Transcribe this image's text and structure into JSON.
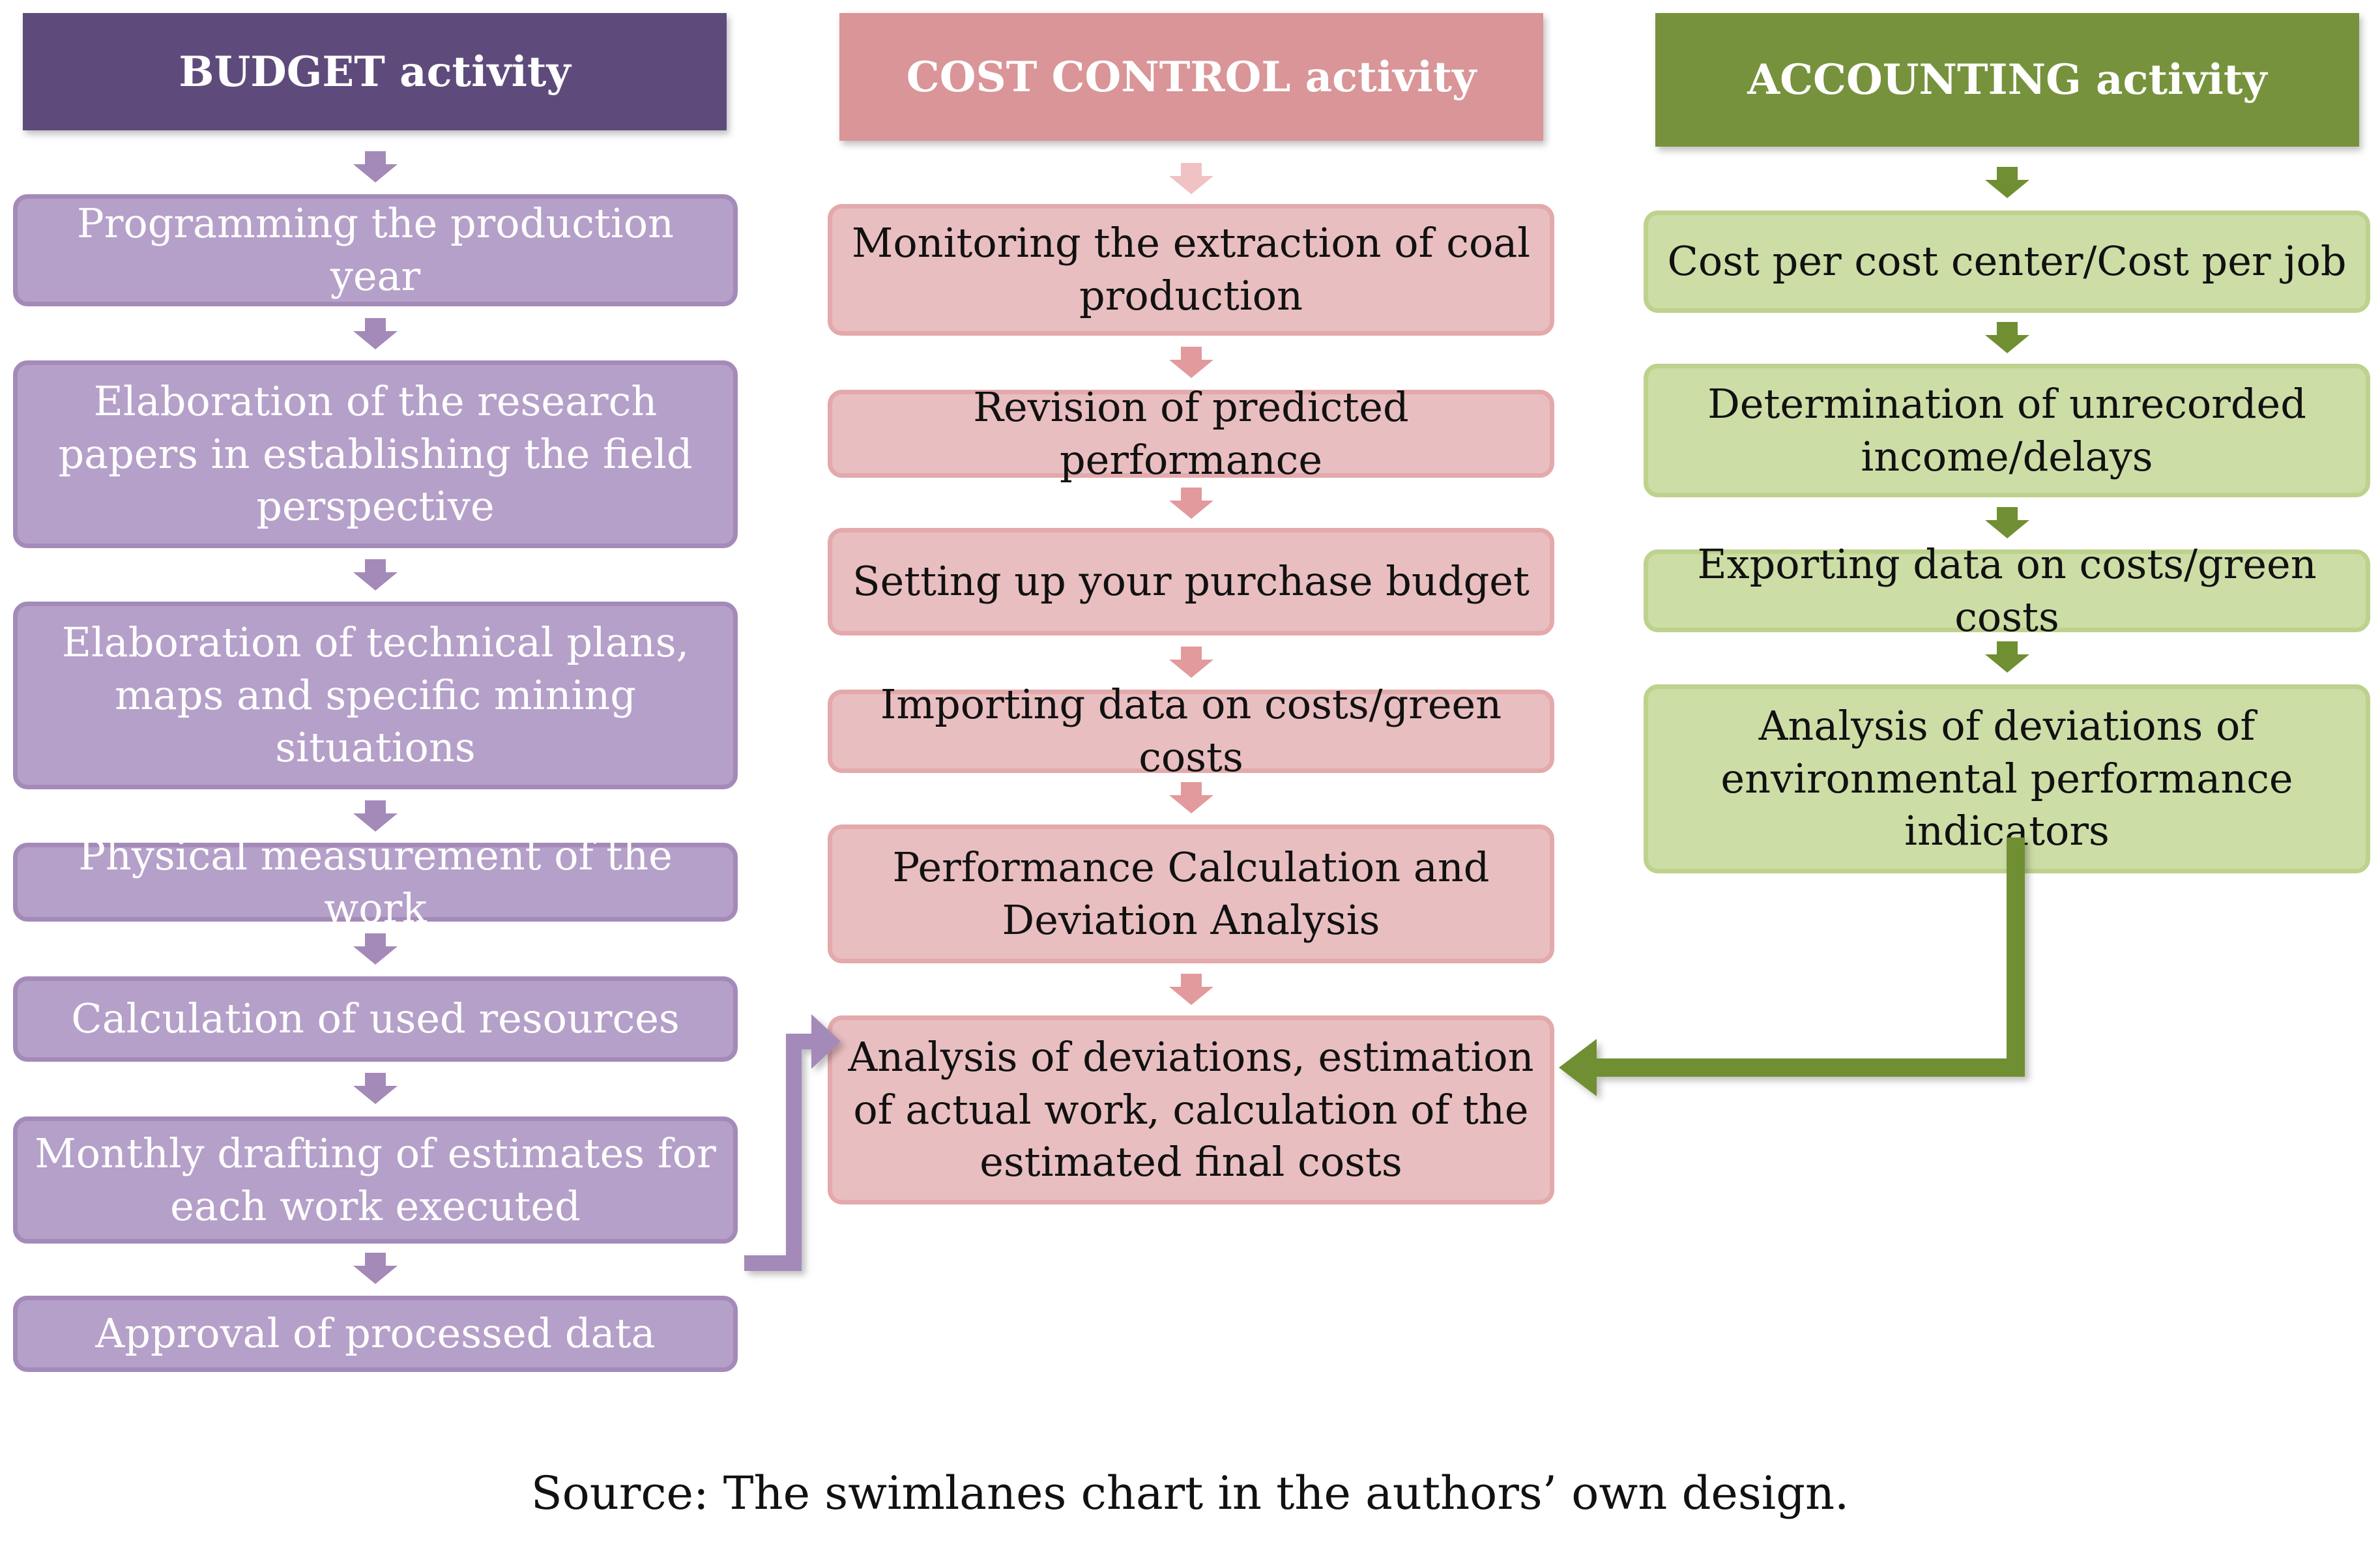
{
  "lanes": {
    "budget": {
      "header": "BUDGET activity",
      "color": "#5e4b7c",
      "steps": [
        "Programming the production year",
        "Elaboration of the research papers in establishing the field perspective",
        "Elaboration of technical plans, maps and specific mining situations",
        "Physical measurement of the work",
        "Calculation of used resources",
        "Monthly drafting of estimates for each work executed",
        "Approval of processed data"
      ]
    },
    "cost_control": {
      "header": "COST CONTROL activity",
      "color": "#d99597",
      "steps": [
        "Monitoring the extraction of coal production",
        "Revision of predicted performance",
        "Setting up your purchase budget",
        "Importing data on costs/green costs",
        "Performance Calculation and Deviation Analysis",
        "Analysis of deviations, estimation of actual work, calculation of the estimated final costs"
      ]
    },
    "accounting": {
      "header": "ACCOUNTING activity",
      "color": "#77923c",
      "steps": [
        "Cost per cost center/Cost per job",
        "Determination of unrecorded income/delays",
        "Exporting data on costs/green costs",
        "Analysis of deviations of environmental performance indicators"
      ]
    }
  },
  "source": "Source: The swimlanes chart in the authors’ own design."
}
